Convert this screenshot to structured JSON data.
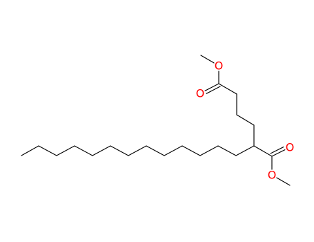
{
  "molecule": {
    "atoms": {
      "O1": {
        "element": "O",
        "label": "O",
        "color": "#ff0000"
      },
      "O2": {
        "element": "O",
        "label": "O",
        "color": "#ff0000"
      },
      "O3": {
        "element": "O",
        "label": "O",
        "color": "#ff0000"
      },
      "O4": {
        "element": "O",
        "label": "O",
        "color": "#ff0000"
      }
    },
    "colors": {
      "bond": "#000000",
      "oxygen": "#ff0000",
      "background": "#ffffff"
    }
  }
}
